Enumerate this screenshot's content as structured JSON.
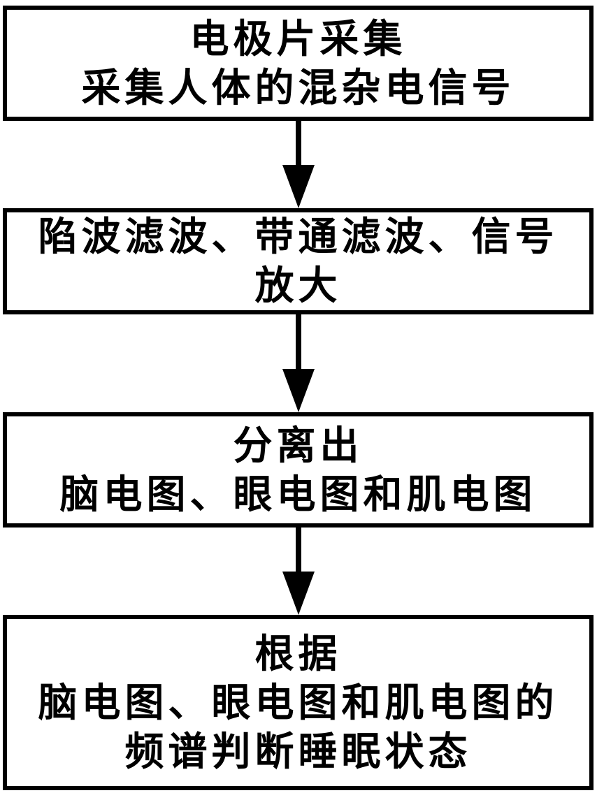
{
  "flowchart": {
    "background_color": "#ffffff",
    "line_color": "#000000",
    "text_color": "#000000",
    "steps": [
      {
        "name": "electrode-collection",
        "lines": [
          "电极片采集",
          "采集人体的混杂电信号"
        ]
      },
      {
        "name": "filtering-and-amplification",
        "lines": [
          "陷波滤波、带通滤波、信号",
          "放大"
        ]
      },
      {
        "name": "signal-separation",
        "lines": [
          "分离出",
          "脑电图、眼电图和肌电图"
        ]
      },
      {
        "name": "sleep-state-judgment",
        "lines": [
          "根据",
          "脑电图、眼电图和肌电图的",
          "频谱判断睡眠状态"
        ]
      }
    ],
    "connectors": [
      {
        "type": "down-arrow"
      },
      {
        "type": "down-arrow"
      },
      {
        "type": "down-arrow"
      }
    ]
  }
}
